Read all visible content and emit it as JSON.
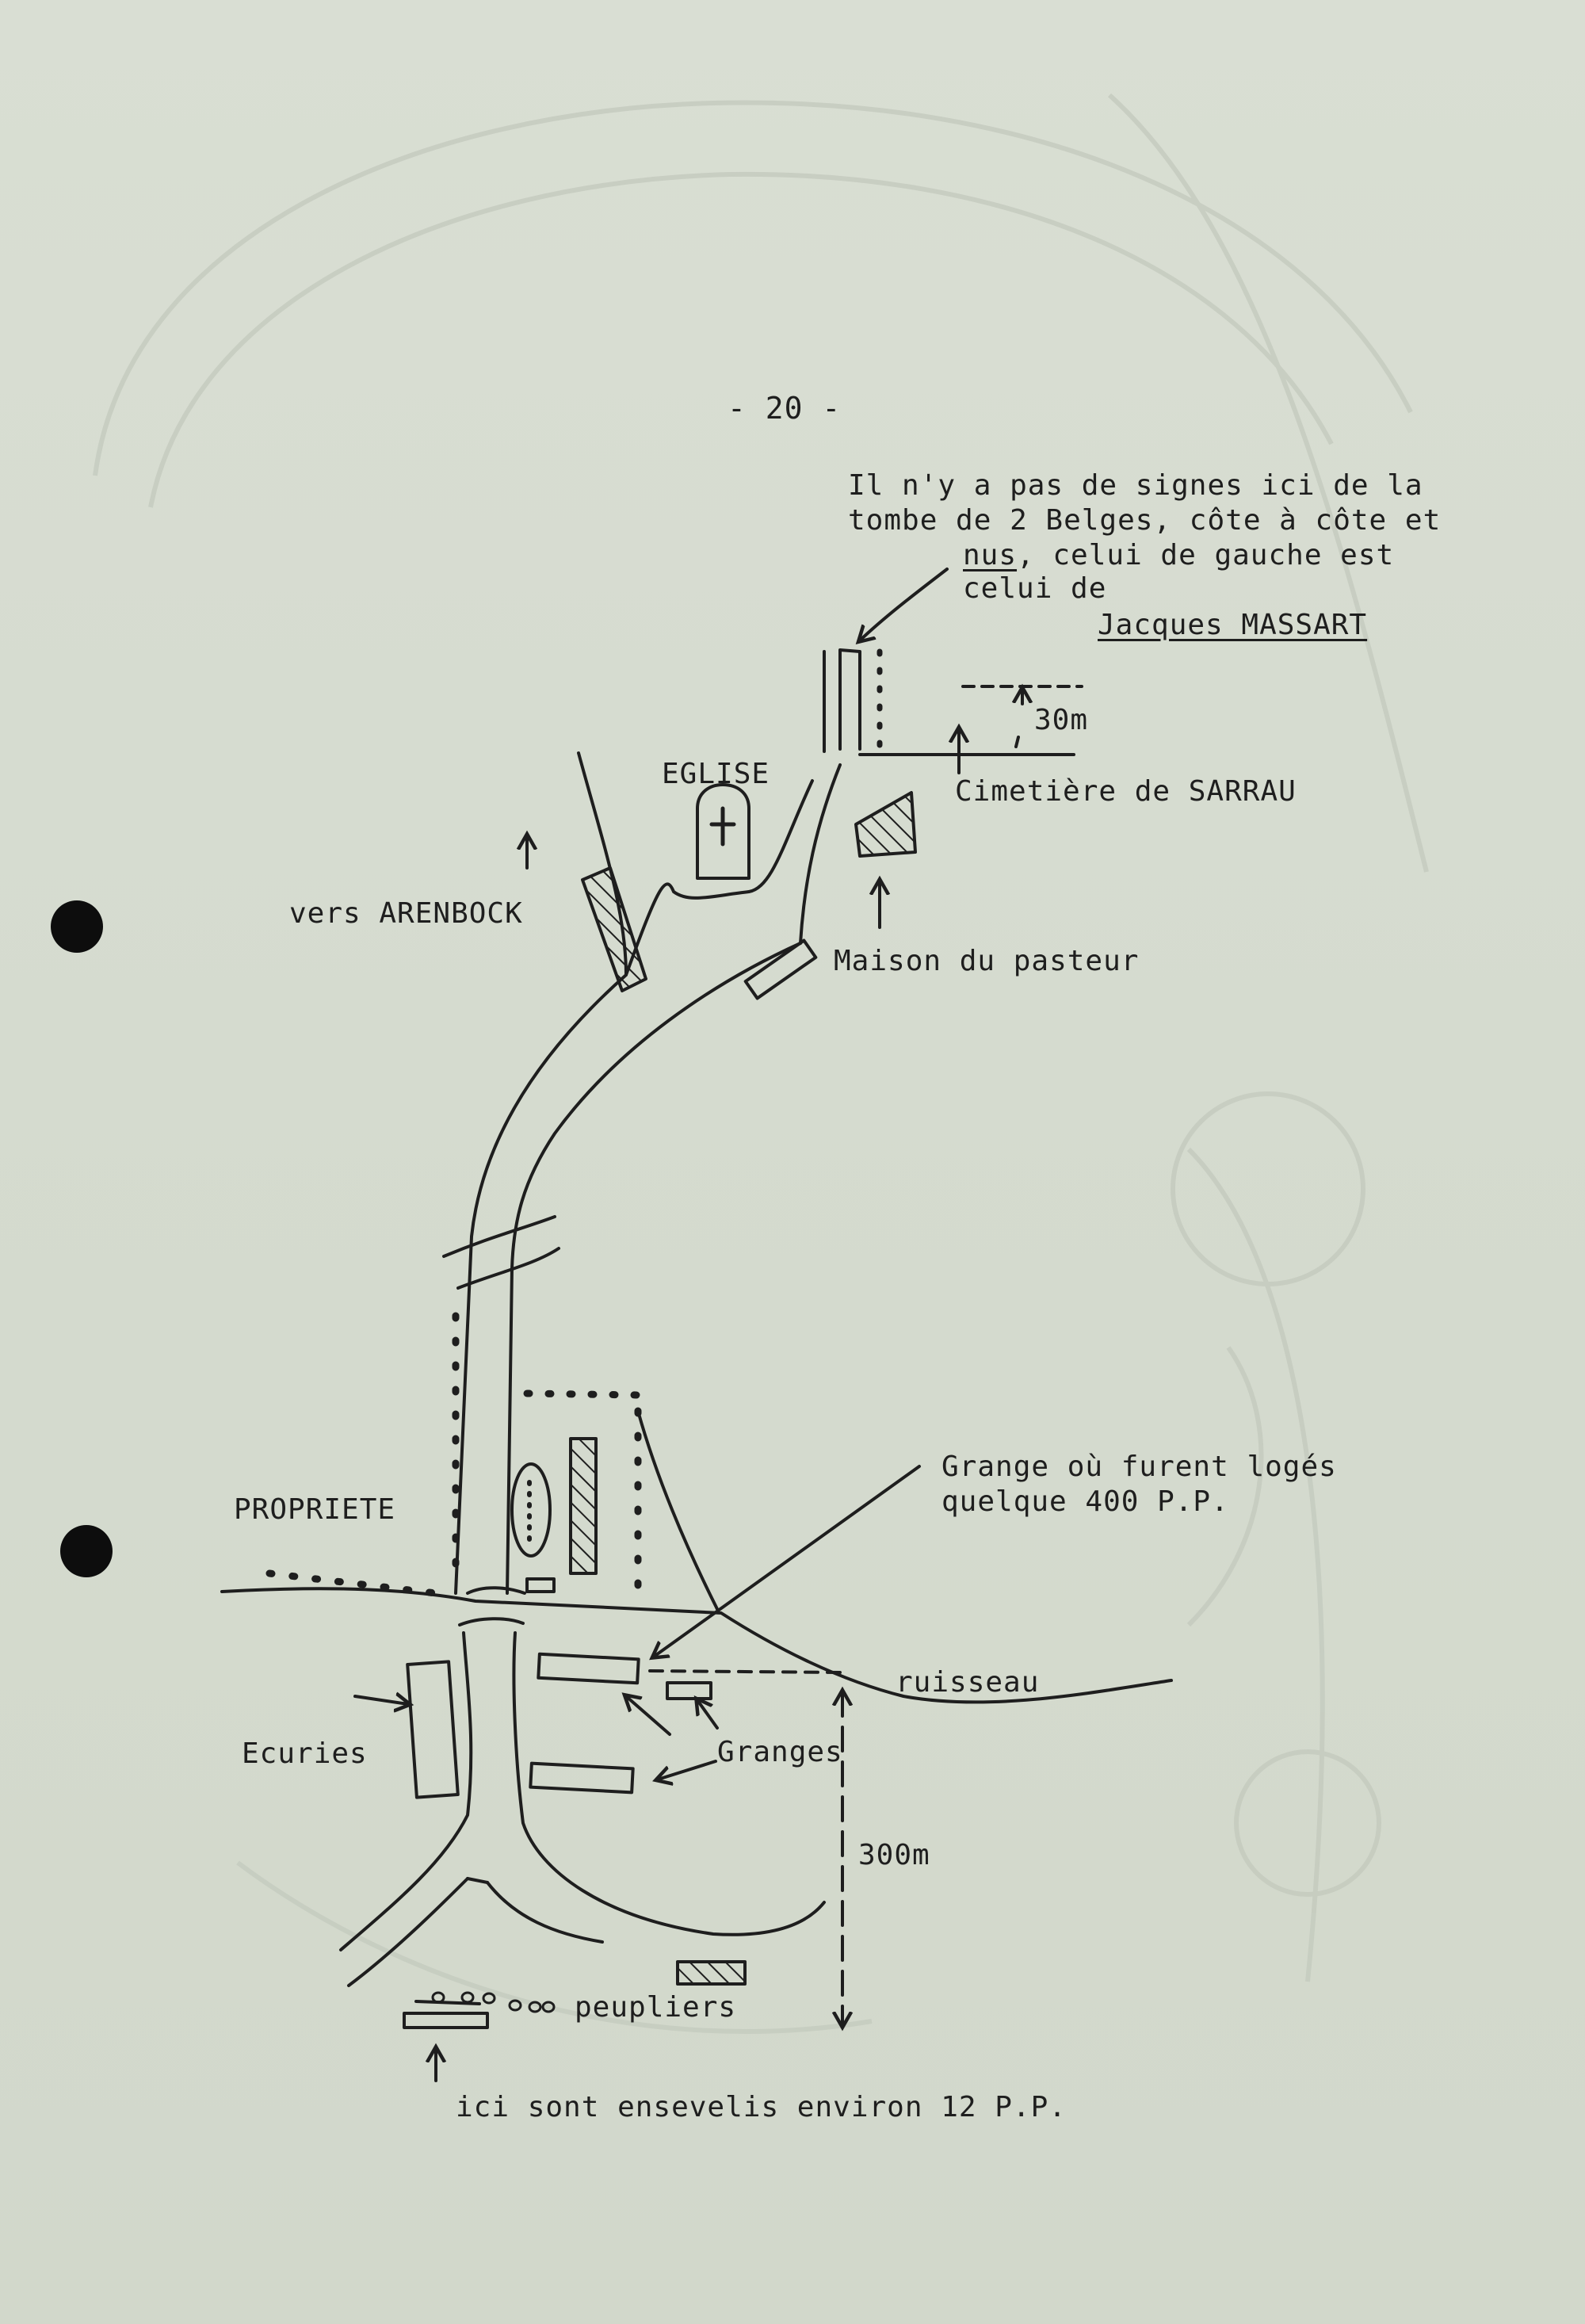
{
  "page_number": "- 20 -",
  "note": {
    "line1": "Il n'y a pas de signes ici de la",
    "line2": "tombe de 2 Belges, côte à côte et",
    "line3_word": "nus",
    "line3_rest": ", celui de gauche est",
    "line4": "celui de",
    "name": "Jacques MASSART"
  },
  "labels": {
    "distance_top": "30m",
    "cemetery": "Cimetière de SARRAU",
    "church": "EGLISE",
    "direction": "vers ARENBOCK",
    "presbytery": "Maison du pasteur",
    "property": "PROPRIETE",
    "barn_line1": "Grange où furent logés",
    "barn_line2": "quelque 400 P.P.",
    "stream": "ruisseau",
    "stables": "Ecuries",
    "barns": "Granges",
    "distance_bottom": "300m",
    "poplars": "peupliers",
    "burial": "ici sont ensevelis environ 12 P.P."
  },
  "map_symbols": [
    "church-cross",
    "cemetery-plot",
    "hatched-building",
    "poplar-tree",
    "arrow"
  ],
  "colors": {
    "paper": "#d6dbcf",
    "ink": "#1e1e1e"
  }
}
